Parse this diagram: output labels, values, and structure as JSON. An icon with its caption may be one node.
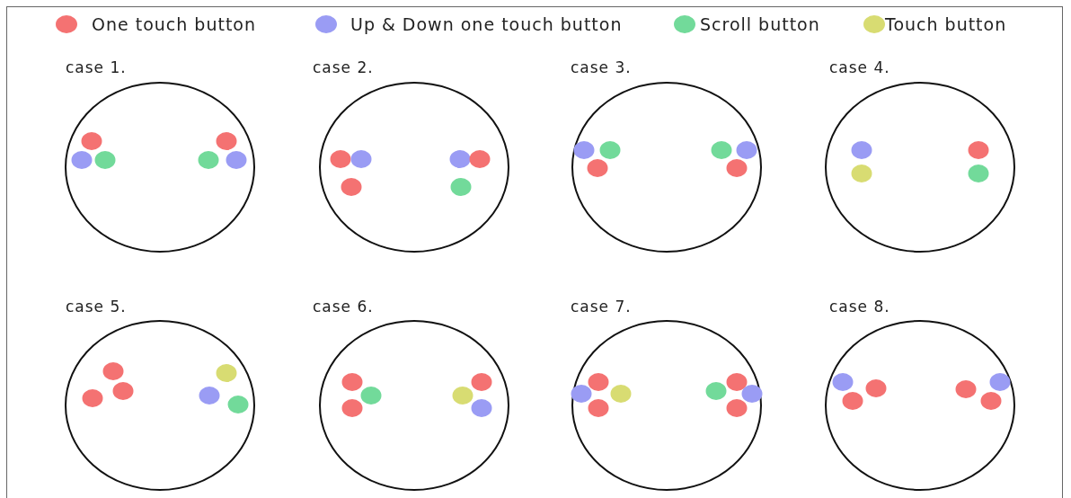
{
  "diagram": {
    "nodes": [
      {
        "text": [
          "case 1."
        ]
      },
      {
        "text": [
          "case 2."
        ]
      },
      {
        "text": [
          "case 3."
        ]
      },
      {
        "text": [
          "case 4."
        ]
      },
      {
        "text": [
          "case 5."
        ]
      },
      {
        "text": [
          "case 6."
        ]
      },
      {
        "text": [
          "case 7."
        ]
      },
      {
        "text": [
          "case 8."
        ]
      }
    ],
    "edges": [],
    "legend": [
      {
        "text": "One touch button",
        "color": "#f47272"
      },
      {
        "text": "Up & Down one touch button",
        "color": "#9a9cf4"
      },
      {
        "text": "Scroll button",
        "color": "#72da9a"
      },
      {
        "text": "Touch button",
        "color": "#d8dc72"
      }
    ]
  }
}
